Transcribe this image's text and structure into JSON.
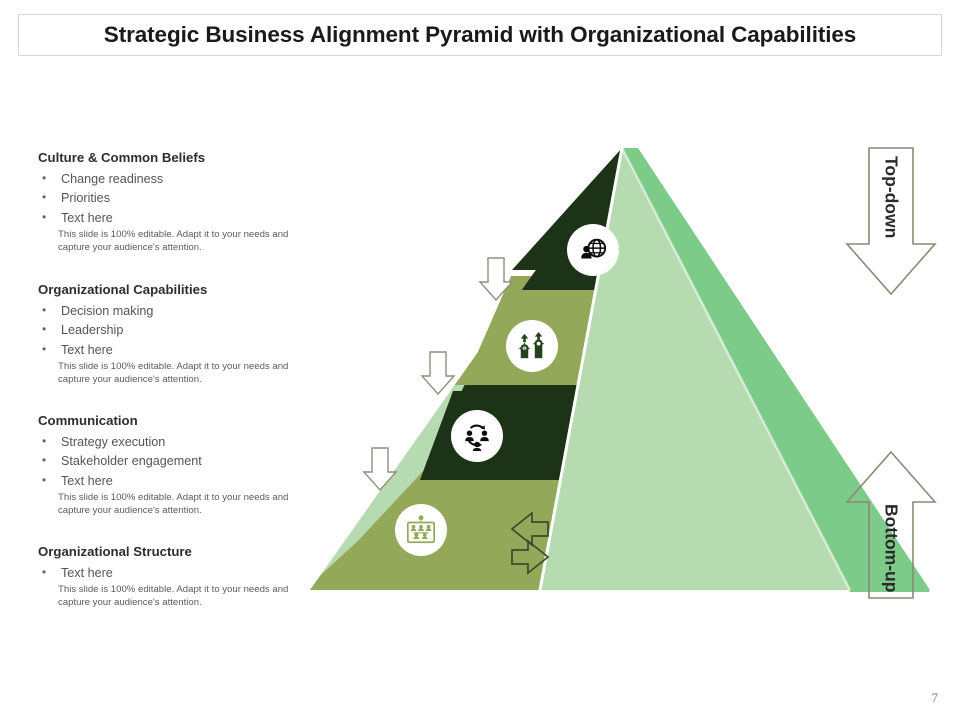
{
  "slide": {
    "title": "Strategic Business Alignment Pyramid with Organizational Capabilities",
    "page_number": "7",
    "boilerplate": "This slide is 100% editable.  Adapt it to your needs and capture your audience's attention."
  },
  "colors": {
    "tier_dark_green": "#1c3317",
    "tier_olive": "#94a85a",
    "pyramid_front_face": "#b7dbb1",
    "pyramid_right_face": "#7ccb89",
    "title_text": "#1a1a1a",
    "body_text": "#555555",
    "heading_text": "#2d2d2d",
    "note_text": "#5c5c5c",
    "arrow_outline": "#8a8a76",
    "small_arrow_outline": "#3b4a2a",
    "page_number": "#7a7a7a"
  },
  "text_blocks": [
    {
      "id": "culture-common-beliefs",
      "heading": "Culture & Common Beliefs",
      "bullets": [
        "Change readiness",
        "Priorities",
        "Text here"
      ],
      "note": "This slide is 100% editable.  Adapt it to your needs and capture your audience's attention."
    },
    {
      "id": "organizational-capabilities",
      "heading": "Organizational Capabilities",
      "bullets": [
        "Decision making",
        "Leadership",
        "Text here"
      ],
      "note": "This slide is 100% editable.  Adapt it to your needs and capture your audience's attention."
    },
    {
      "id": "communication",
      "heading": "Communication",
      "bullets": [
        "Strategy execution",
        "Stakeholder engagement",
        "Text here"
      ],
      "note": "This slide is 100% editable.  Adapt it to your needs and capture your audience's attention."
    },
    {
      "id": "organizational-structure",
      "heading": "Organizational Structure",
      "bullets": [
        "Text here"
      ],
      "note": "This slide is 100% editable.  Adapt it to your needs and capture your audience's attention."
    }
  ],
  "pyramid": {
    "tiers": [
      {
        "level": 1,
        "name": "culture-common-beliefs",
        "color": "#1c3317",
        "icon": "globe-person-icon"
      },
      {
        "level": 2,
        "name": "organizational-capabilities",
        "color": "#94a85a",
        "icon": "gears-growth-icon"
      },
      {
        "level": 3,
        "name": "communication",
        "color": "#1c3317",
        "icon": "people-cycle-icon"
      },
      {
        "level": 4,
        "name": "organizational-structure",
        "color": "#94a85a",
        "icon": "org-chart-icon"
      }
    ],
    "tier_connector_arrows": [
      {
        "between": "tier-1-tier-2",
        "icon": "arrow-down-icon"
      },
      {
        "between": "tier-2-tier-3",
        "icon": "arrow-down-icon"
      },
      {
        "between": "tier-3-tier-4",
        "icon": "arrow-down-icon"
      }
    ],
    "exchange_arrows": {
      "icon": "arrows-left-right-icon",
      "count": 2
    }
  },
  "direction_arrows": [
    {
      "id": "top-down",
      "label": "Top-down",
      "icon": "arrow-down-large-icon"
    },
    {
      "id": "bottom-up",
      "label": "Bottom-up",
      "icon": "arrow-up-large-icon"
    }
  ]
}
